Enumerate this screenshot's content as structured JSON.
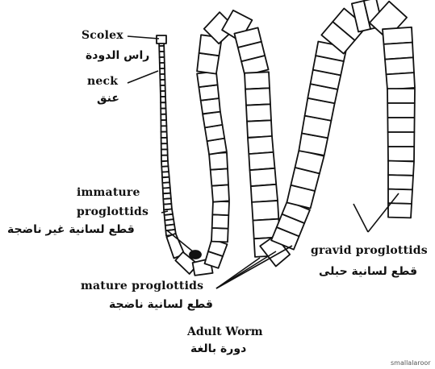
{
  "labels": {
    "scolex_en": "Scolex",
    "scolex_ar": "راس الدودة",
    "neck_en": "neck",
    "neck_ar": "عنق",
    "immature_en_1": "immature",
    "immature_en_2": "proglottids",
    "immature_ar": "قطع لسانية غير ناضجة",
    "mature_en": "mature proglottids",
    "mature_ar": "قطع لسانية ناضجة",
    "gravid_en": "gravid proglottids",
    "gravid_ar": "قطع لسانية حبلى"
  },
  "caption": {
    "title_en": "Adult Worm",
    "title_ar": "دورة بالغة"
  },
  "corner_text": "smallalaroor"
}
